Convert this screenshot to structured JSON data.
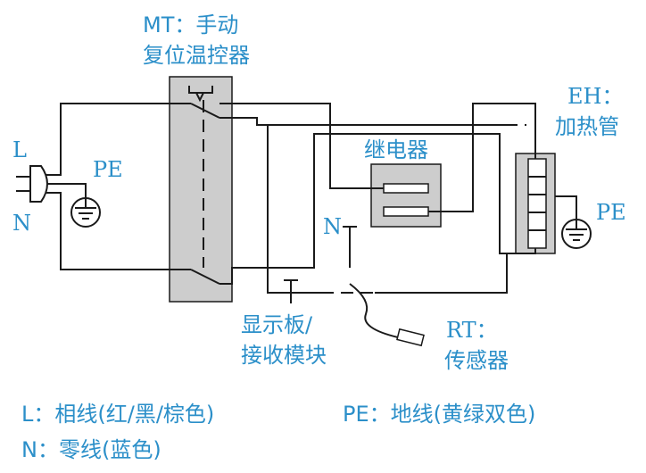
{
  "labels": {
    "mt_line1": "MT：手动",
    "mt_line2": "复位温控器",
    "eh_line1": "EH：",
    "eh_line2": "加热管",
    "relay": "继电器",
    "L": "L",
    "N_left": "N",
    "N_inner": "N",
    "PE_left": "PE",
    "PE_right": "PE",
    "display_line1": "显示板/",
    "display_line2": "接收模块",
    "rt_line1": "RT：",
    "rt_line2": "传感器"
  },
  "legend": {
    "l_desc": "L：相线(红/黑/棕色)",
    "pe_desc": "PE：地线(黄绿双色)",
    "n_desc": "N：零线(蓝色)"
  },
  "colors": {
    "label_blue": "#2b8fc9",
    "wire_black": "#1a1a1a",
    "component_gray": "#cdcdcd"
  }
}
